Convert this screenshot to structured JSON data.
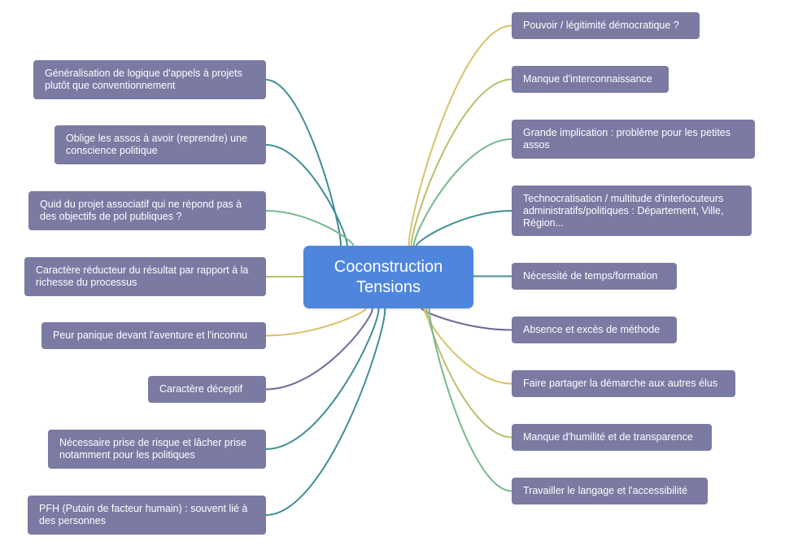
{
  "center": {
    "line1": "Coconstruction",
    "line2": "Tensions"
  },
  "colors": {
    "node_bg": "#7a7aa3",
    "center_bg": "#4f86dd",
    "teal": "#3f8f94",
    "green": "#78b98e",
    "olive": "#b9bf6a",
    "gold": "#d7c26b",
    "purple": "#6f6a9a"
  },
  "left": [
    {
      "text": "Généralisation de logique d'appels à projets plutôt que conventionnement",
      "color": "teal"
    },
    {
      "text": "Oblige les assos à avoir (reprendre) une conscience politique",
      "color": "teal"
    },
    {
      "text": "Quid du projet associatif qui ne répond pas à des objectifs de pol publiques ?",
      "color": "green"
    },
    {
      "text": "Caractère réducteur du résultat par rapport à la richesse du processus",
      "color": "olive"
    },
    {
      "text": "Peur panique devant l'aventure et l'inconnu",
      "color": "gold"
    },
    {
      "text": "Caractère déceptif",
      "color": "purple"
    },
    {
      "text": "Nécessaire prise de risque et lâcher prise notamment pour les politiques",
      "color": "teal"
    },
    {
      "text": "PFH (Putain de facteur humain) : souvent lié à des personnes",
      "color": "teal"
    }
  ],
  "right": [
    {
      "text": "Pouvoir / légitimité démocratique ?",
      "color": "gold"
    },
    {
      "text": "Manque d'interconnaissance",
      "color": "olive"
    },
    {
      "text": "Grande implication : problème pour les petites assos",
      "color": "green"
    },
    {
      "text": "Technocratisation / multitude d'interlocuteurs administratifs/politiques : Département, Ville, Région...",
      "color": "teal"
    },
    {
      "text": "Nécessité de temps/formation",
      "color": "teal"
    },
    {
      "text": "Absence et excès de méthode",
      "color": "purple"
    },
    {
      "text": "Faire partager la démarche aux autres élus",
      "color": "gold"
    },
    {
      "text": "Manque d'humilité et de transparence",
      "color": "olive"
    },
    {
      "text": "Travailler le langage et l'accessibilité",
      "color": "green"
    }
  ]
}
